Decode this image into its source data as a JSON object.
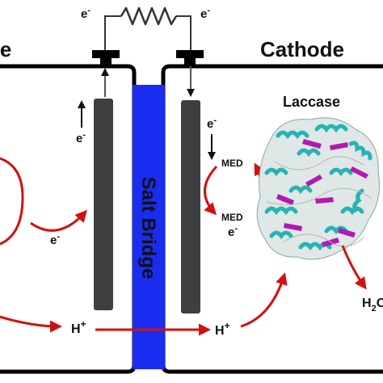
{
  "labels": {
    "anode_fragment": "de",
    "cathode": "Cathode",
    "enzyme": "Laccase",
    "salt_bridge": "Salt Bridge",
    "mediator_oxidized": "MED",
    "mediator_reduced": "MED",
    "electron": "e",
    "electron_charge": "-",
    "proton": "H",
    "proton_charge": "+",
    "water_fragment": "H",
    "water_subscript": "2",
    "water_tail": "O"
  },
  "colors": {
    "chamber_outline": "#000000",
    "electrode": "#3f3f3f",
    "salt_bridge": "#1a2cf0",
    "arrow": "#d40f0f",
    "wire": "#333333",
    "terminal": "#000000",
    "enzyme_helix": "#27b3b3",
    "enzyme_sheet": "#b01ab0"
  },
  "icons": {
    "resistor": "resistor-zigzag-icon",
    "enzyme": "laccase-protein-structure-icon"
  }
}
